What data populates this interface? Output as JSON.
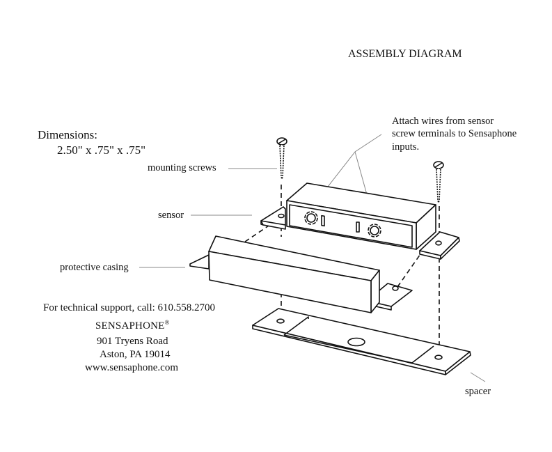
{
  "title": "ASSEMBLY DIAGRAM",
  "dimensions": {
    "label": "Dimensions:",
    "value": "2.50\" x .75\" x .75\""
  },
  "callouts": {
    "wires": [
      "Attach wires from sensor",
      "screw terminals to Sensaphone",
      "inputs."
    ],
    "mounting_screws": "mounting screws",
    "sensor": "sensor",
    "protective_casing": "protective casing",
    "spacer": "spacer"
  },
  "contact": {
    "support": "For technical support, call: 610.558.2700",
    "company": "SENSAPHONE",
    "registered": "®",
    "street": "901 Tryens Road",
    "city": "Aston, PA 19014",
    "website": "www.sensaphone.com"
  }
}
